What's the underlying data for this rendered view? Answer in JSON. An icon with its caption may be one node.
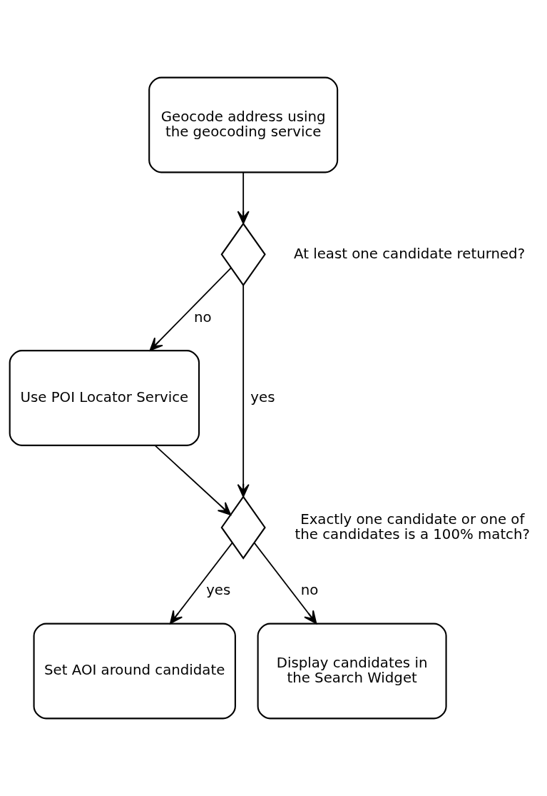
{
  "diagram": {
    "nodes": [
      {
        "text": [
          "Geocode address using the geocoding service"
        ]
      },
      {
        "text": [],
        "shape": "diamond",
        "beside": [
          "At least one candidate returned?"
        ]
      },
      {
        "text": [
          "Use POI Locator Service"
        ]
      },
      {
        "text": [],
        "shape": "diamond",
        "beside": [
          "Exactly one candidate or one of the candidates is a 100% match?"
        ]
      },
      {
        "text": [
          "Set AOI around candidate"
        ]
      },
      {
        "text": [
          "Display candidates in the Search Widget"
        ]
      }
    ],
    "edges": [
      {
        "from": 0,
        "to": 1,
        "arrow": "to"
      },
      {
        "from": 1,
        "to": 2,
        "arrow": "to",
        "label": "no"
      },
      {
        "from": 1,
        "to": 3,
        "arrow": "to",
        "label": "yes"
      },
      {
        "from": 2,
        "to": 3,
        "arrow": "to"
      },
      {
        "from": 3,
        "to": 4,
        "arrow": "to",
        "label": "yes"
      },
      {
        "from": 3,
        "to": 5,
        "arrow": "to",
        "label": "no"
      }
    ]
  }
}
